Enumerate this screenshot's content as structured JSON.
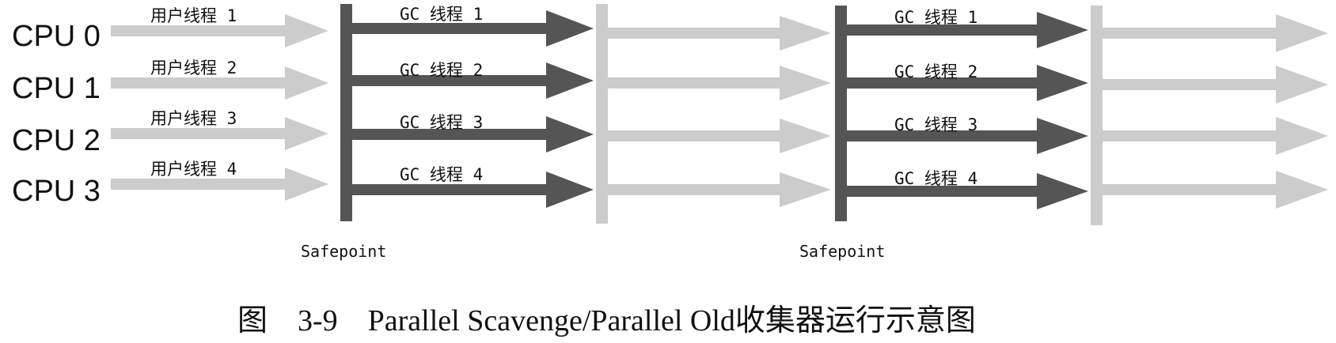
{
  "colors": {
    "user_arrow": "#cccccc",
    "gc_arrow": "#555555",
    "gc_bar": "#555555",
    "light_bar": "#cccccc",
    "text": "#111111"
  },
  "cpus": [
    "CPU 0",
    "CPU 1",
    "CPU 2",
    "CPU 3"
  ],
  "user_threads": [
    "用户线程 1",
    "用户线程 2",
    "用户线程 3",
    "用户线程 4"
  ],
  "gc_threads": [
    "GC 线程 1",
    "GC 线程 2",
    "GC 线程 3",
    "GC 线程 4"
  ],
  "safepoints": [
    "Safepoint",
    "Safepoint"
  ],
  "caption": "图　3-9　Parallel Scavenge/Parallel Old收集器运行示意图"
}
